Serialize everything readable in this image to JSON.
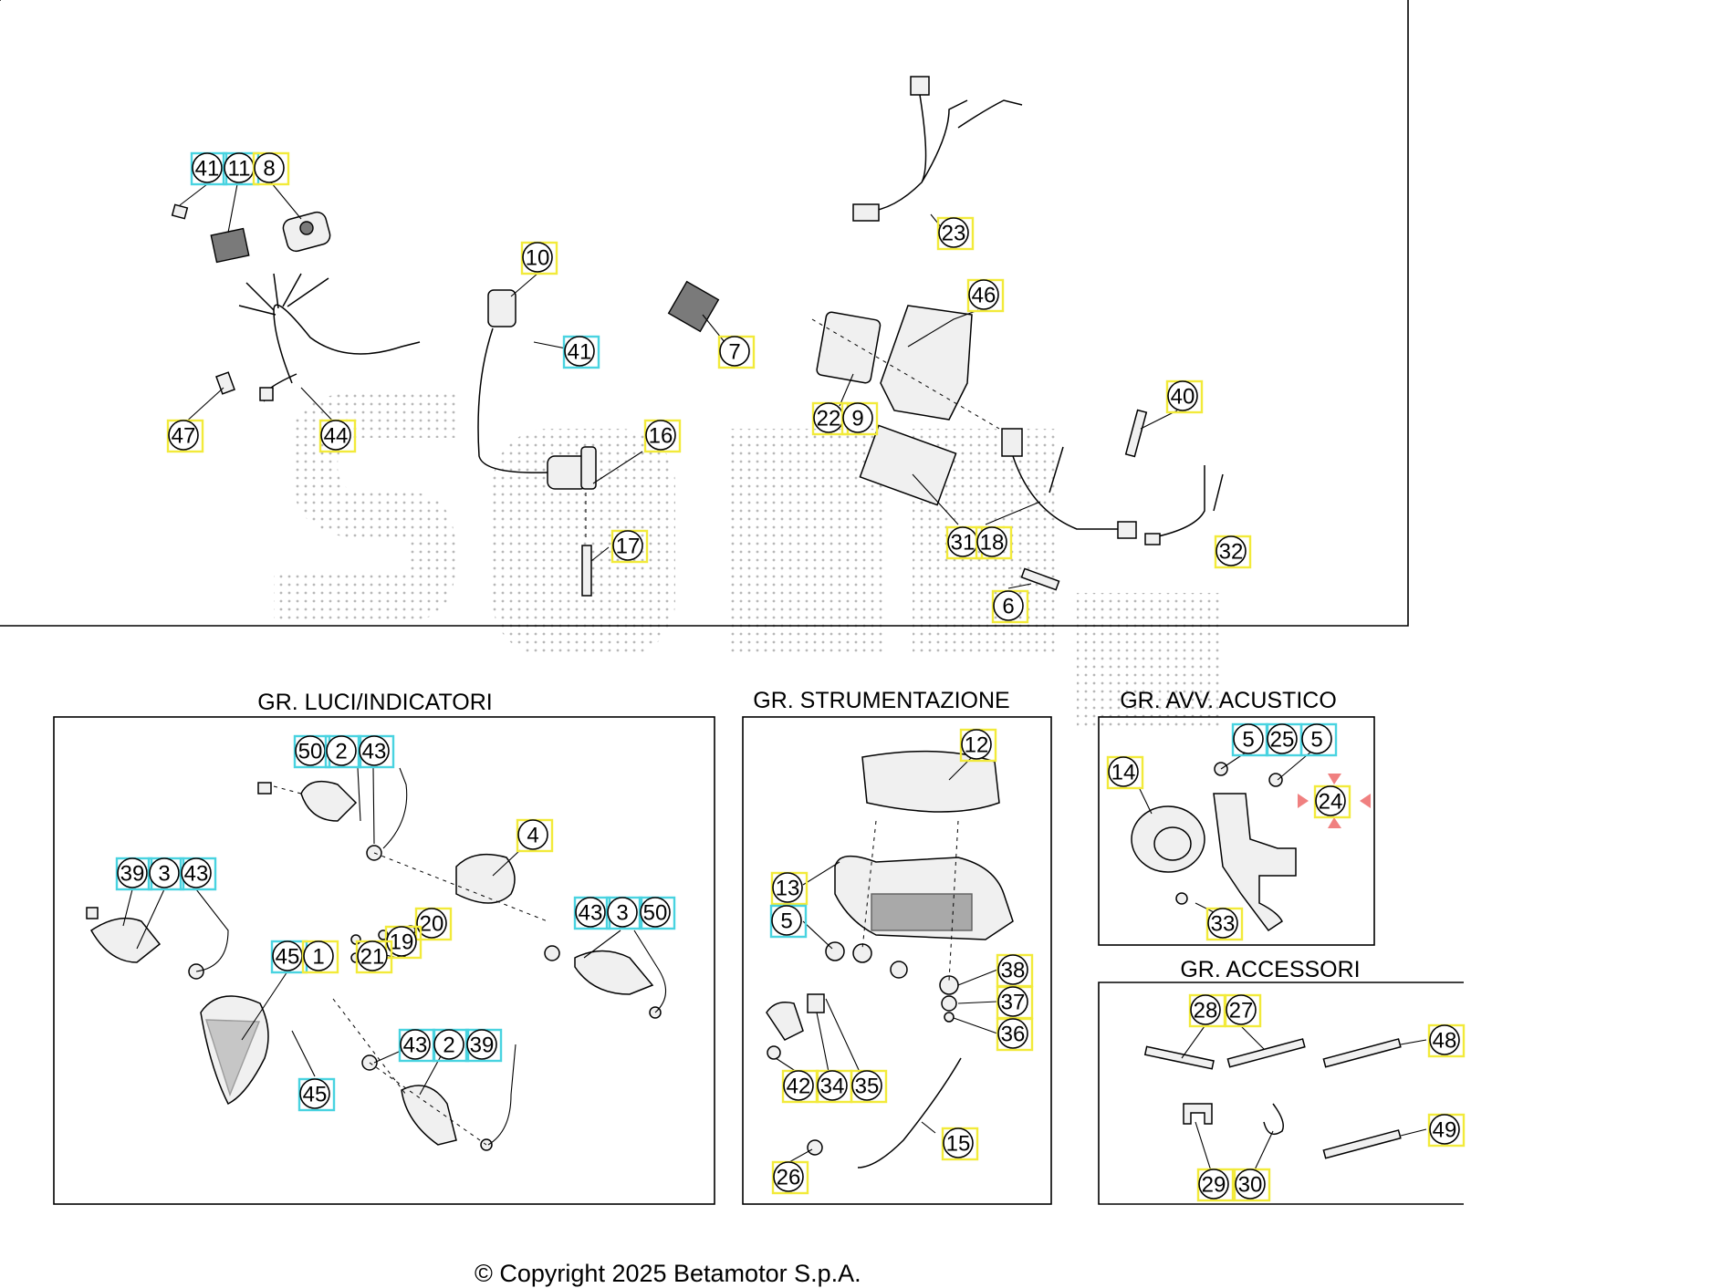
{
  "groups": {
    "luci": "GR. LUCI/INDICATORI",
    "strumentazione": "GR. STRUMENTAZIONE",
    "avv_acustico": "GR. AVV. ACUSTICO",
    "accessori": "GR. ACCESSORI"
  },
  "copyright": "© Copyright 2025 Betamotor S.p.A.",
  "colors": {
    "highlight_yellow": "#f2ea3a",
    "highlight_cyan": "#49d3e0",
    "selected_marker": "#f08080"
  },
  "selected_part": "24",
  "callouts": [
    {
      "label": "41",
      "hl": "cyan"
    },
    {
      "label": "11",
      "hl": "cyan"
    },
    {
      "label": "8",
      "hl": "yellow"
    },
    {
      "label": "10",
      "hl": "yellow"
    },
    {
      "label": "41",
      "hl": "cyan"
    },
    {
      "label": "7",
      "hl": "yellow"
    },
    {
      "label": "23",
      "hl": "yellow"
    },
    {
      "label": "46",
      "hl": "yellow"
    },
    {
      "label": "22",
      "hl": "yellow"
    },
    {
      "label": "9",
      "hl": "yellow"
    },
    {
      "label": "40",
      "hl": "yellow"
    },
    {
      "label": "47",
      "hl": "yellow"
    },
    {
      "label": "44",
      "hl": "yellow"
    },
    {
      "label": "16",
      "hl": "yellow"
    },
    {
      "label": "17",
      "hl": "yellow"
    },
    {
      "label": "31",
      "hl": "yellow"
    },
    {
      "label": "18",
      "hl": "yellow"
    },
    {
      "label": "32",
      "hl": "yellow"
    },
    {
      "label": "6",
      "hl": "yellow"
    },
    {
      "label": "50",
      "hl": "cyan"
    },
    {
      "label": "2",
      "hl": "cyan"
    },
    {
      "label": "43",
      "hl": "cyan"
    },
    {
      "label": "4",
      "hl": "yellow"
    },
    {
      "label": "39",
      "hl": "cyan"
    },
    {
      "label": "3",
      "hl": "cyan"
    },
    {
      "label": "43",
      "hl": "cyan"
    },
    {
      "label": "20",
      "hl": "yellow"
    },
    {
      "label": "43",
      "hl": "cyan"
    },
    {
      "label": "3",
      "hl": "cyan"
    },
    {
      "label": "50",
      "hl": "cyan"
    },
    {
      "label": "19",
      "hl": "yellow"
    },
    {
      "label": "45",
      "hl": "cyan"
    },
    {
      "label": "1",
      "hl": "yellow"
    },
    {
      "label": "21",
      "hl": "yellow"
    },
    {
      "label": "43",
      "hl": "cyan"
    },
    {
      "label": "2",
      "hl": "cyan"
    },
    {
      "label": "39",
      "hl": "cyan"
    },
    {
      "label": "45",
      "hl": "cyan"
    },
    {
      "label": "12",
      "hl": "yellow"
    },
    {
      "label": "13",
      "hl": "yellow"
    },
    {
      "label": "5",
      "hl": "cyan"
    },
    {
      "label": "38",
      "hl": "yellow"
    },
    {
      "label": "37",
      "hl": "yellow"
    },
    {
      "label": "36",
      "hl": "yellow"
    },
    {
      "label": "42",
      "hl": "yellow"
    },
    {
      "label": "34",
      "hl": "yellow"
    },
    {
      "label": "35",
      "hl": "yellow"
    },
    {
      "label": "15",
      "hl": "yellow"
    },
    {
      "label": "26",
      "hl": "yellow"
    },
    {
      "label": "5",
      "hl": "cyan"
    },
    {
      "label": "25",
      "hl": "cyan"
    },
    {
      "label": "5",
      "hl": "cyan"
    },
    {
      "label": "14",
      "hl": "yellow"
    },
    {
      "label": "24",
      "hl": "yellow"
    },
    {
      "label": "33",
      "hl": "yellow"
    },
    {
      "label": "28",
      "hl": "yellow"
    },
    {
      "label": "27",
      "hl": "yellow"
    },
    {
      "label": "48",
      "hl": "yellow"
    },
    {
      "label": "49",
      "hl": "yellow"
    },
    {
      "label": "29",
      "hl": "yellow"
    },
    {
      "label": "30",
      "hl": "yellow"
    }
  ]
}
